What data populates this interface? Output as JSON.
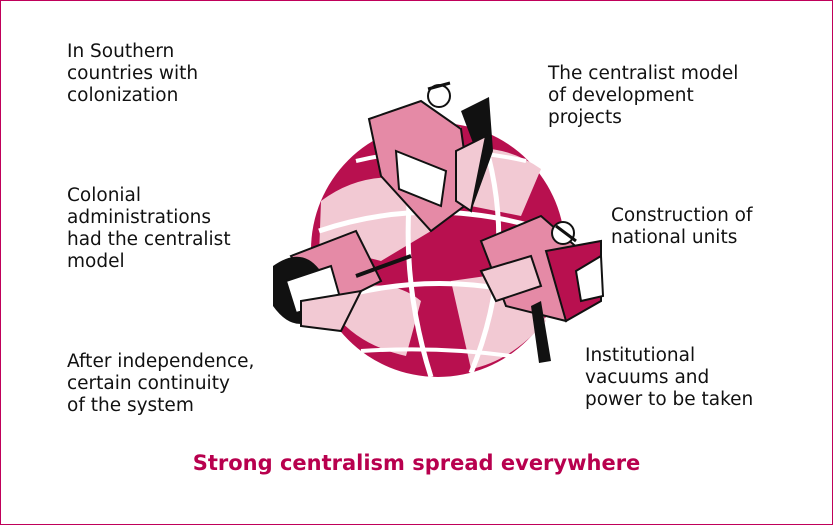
{
  "labels": {
    "top_left": "In Southern\ncountries with\ncolonization",
    "middle_left": "Colonial\nadministrations\nhad the centralist\nmodel",
    "bottom_left": "After independence,\ncertain continuity\nof the system",
    "top_right": "The centralist model\nof development\nprojects",
    "middle_right": "Construction of\nnational units",
    "bottom_right": "Institutional\nvacuums and\npower to be taken"
  },
  "title": "Strong centralism spread everywhere",
  "colors": {
    "border": "#c0005a",
    "accent": "#b8004e",
    "globe_dark": "#b8104f",
    "globe_light": "#f2c9d3"
  }
}
